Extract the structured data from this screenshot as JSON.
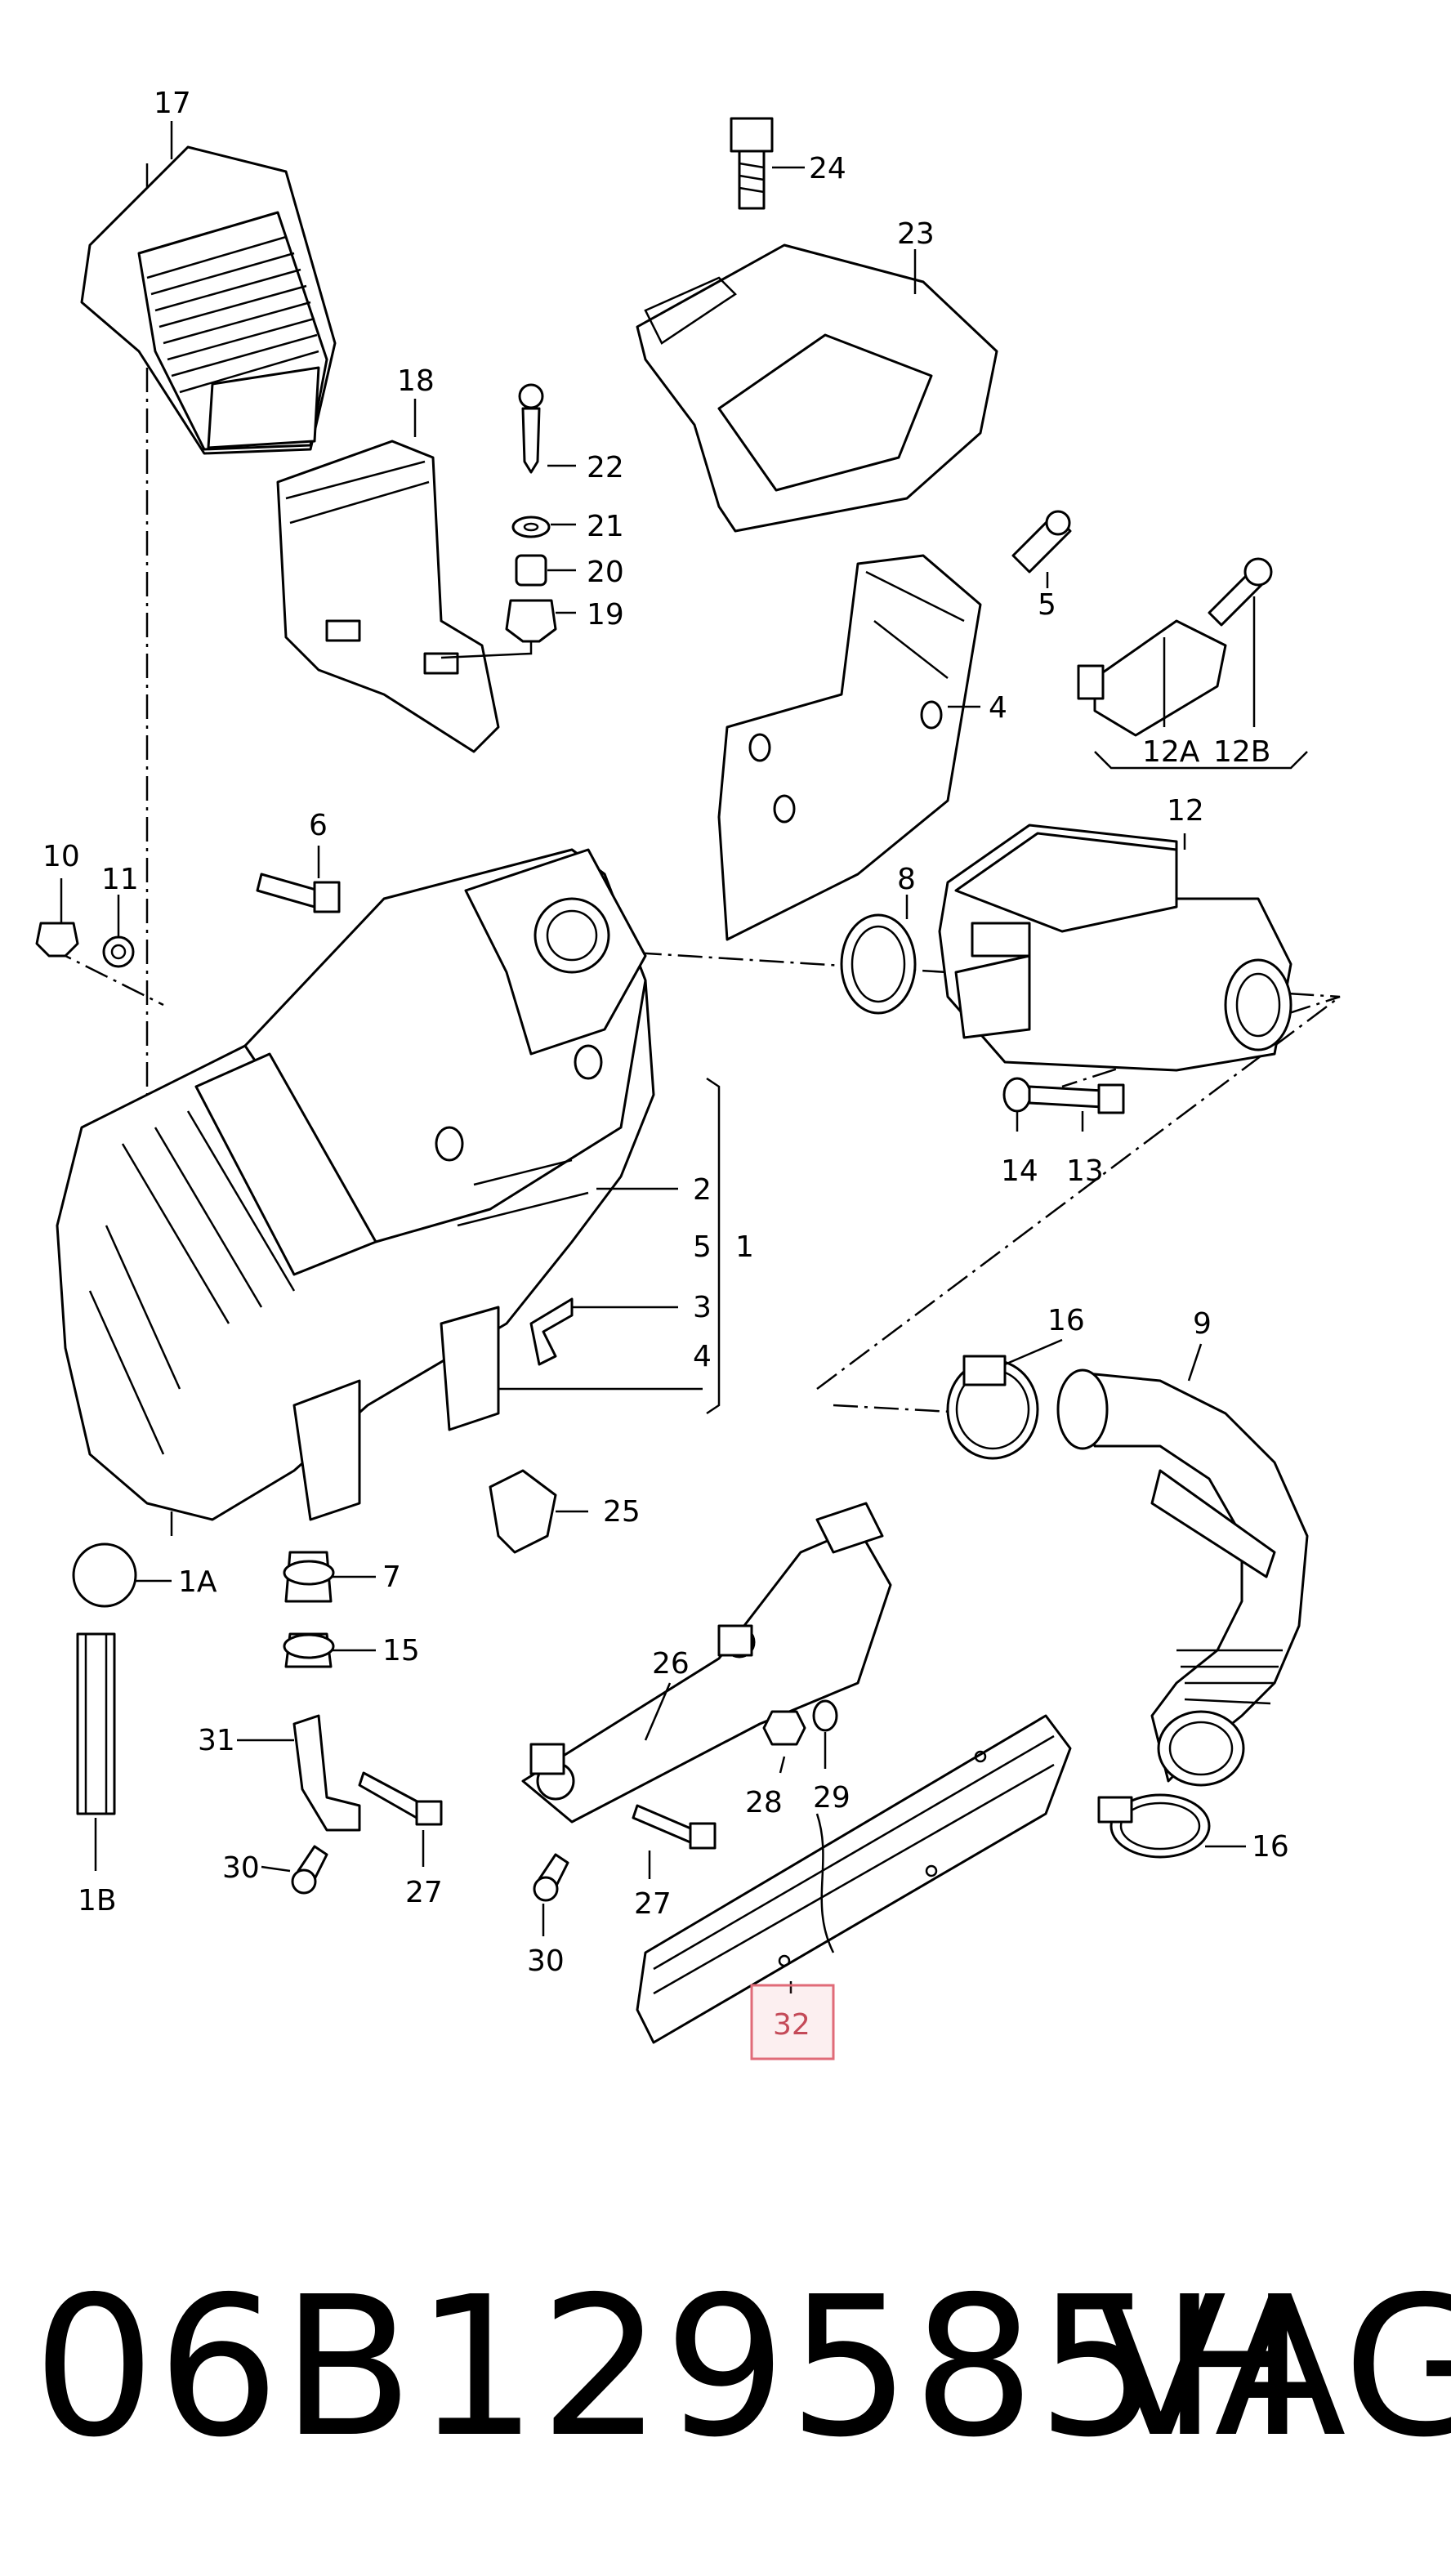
{
  "diagram": {
    "callouts": {
      "c17": "17",
      "c24": "24",
      "c23": "23",
      "c18": "18",
      "c22": "22",
      "c21": "21",
      "c20": "20",
      "c19": "19",
      "c5a": "5",
      "c4a": "4",
      "c12A": "12A",
      "c12B": "12B",
      "c12": "12",
      "c6": "6",
      "c10": "10",
      "c11": "11",
      "c8": "8",
      "c14": "14",
      "c13": "13",
      "c2": "2",
      "c5b": "5",
      "c1": "1",
      "c3": "3",
      "c4b": "4",
      "c16a": "16",
      "c9": "9",
      "c25": "25",
      "c1A": "1A",
      "c7": "7",
      "c15": "15",
      "c1B": "1B",
      "c26": "26",
      "c31": "31",
      "c28": "28",
      "c29": "29",
      "c30a": "30",
      "c27a": "27",
      "c27b": "27",
      "c30b": "30",
      "c16b": "16",
      "c32": "32"
    },
    "highlight_color": "#e06b78"
  },
  "footer": {
    "part_number": "06B129585H",
    "brand": "VAG"
  }
}
